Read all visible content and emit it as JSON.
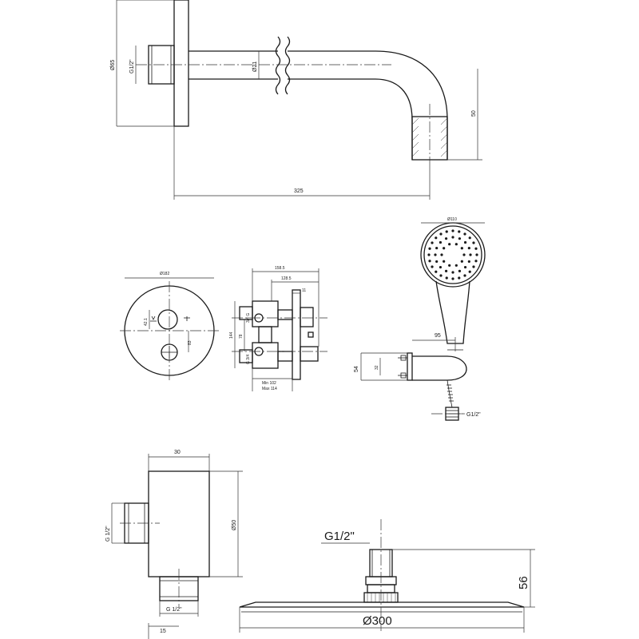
{
  "spout": {
    "dia_flange": "Ø65",
    "thread": "G1/2\"",
    "dia_pipe": "Ø21",
    "length": "325",
    "drop": "50"
  },
  "mixer_front": {
    "dia_plate": "Ø182",
    "dim_a": "42.1",
    "dim_b": "83"
  },
  "mixer_side": {
    "depth_total": "158.5",
    "depth_b": "128.5",
    "depth_c": "11",
    "height_a": "144",
    "height_b": "78",
    "label_top": "3/4 G",
    "label_bottom": "G 3/4",
    "min_depth": "Min 102",
    "max_depth": "Max 114"
  },
  "hand_shower": {
    "head_dia": "Ø110",
    "reach": "95",
    "bracket_h": "54",
    "bracket_b": "32",
    "thread": "G1/2\""
  },
  "elbow": {
    "depth": "30",
    "thread_top": "G 1/2\"",
    "dia": "Ø50",
    "thread_bottom": "G 1/2\"",
    "offset": "15"
  },
  "rain_head": {
    "thread": "G1/2\"",
    "height": "56",
    "dia": "Ø300"
  }
}
